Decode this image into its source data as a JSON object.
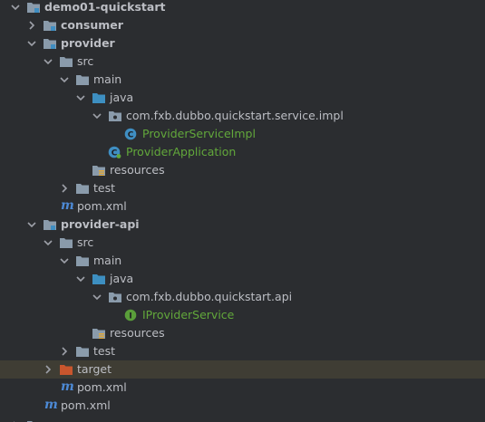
{
  "colors": {
    "background": "#2b2d30",
    "text": "#bcbec4",
    "selection": "#3f3d34",
    "folder": "#4f8fb5",
    "excluded_folder": "#c9562d",
    "class_icon": "#3f8ec2",
    "interface_icon": "#5a9e3a",
    "xml_icon": "#4d8ad6",
    "vcs_added_text": "#62a83b"
  },
  "tree": {
    "rows": [
      {
        "label": "demo01-quickstart",
        "icon": "module-folder-icon",
        "chevron": "down",
        "bold": true
      },
      {
        "label": "consumer",
        "icon": "module-folder-icon",
        "chevron": "right",
        "bold": true
      },
      {
        "label": "provider",
        "icon": "module-folder-icon",
        "chevron": "down",
        "bold": true
      },
      {
        "label": "src",
        "icon": "folder-icon",
        "chevron": "down"
      },
      {
        "label": "main",
        "icon": "folder-icon",
        "chevron": "down"
      },
      {
        "label": "java",
        "icon": "source-folder-icon",
        "chevron": "down"
      },
      {
        "label": "com.fxb.dubbo.quickstart.service.impl",
        "icon": "package-icon",
        "chevron": "down"
      },
      {
        "label": "ProviderServiceImpl",
        "icon": "class-icon",
        "chevron": "none"
      },
      {
        "label": "ProviderApplication",
        "icon": "spring-class-icon",
        "chevron": "none"
      },
      {
        "label": "resources",
        "icon": "resources-folder-icon",
        "chevron": "none"
      },
      {
        "label": "test",
        "icon": "folder-icon",
        "chevron": "right"
      },
      {
        "label": "pom.xml",
        "icon": "maven-icon",
        "chevron": "none"
      },
      {
        "label": "provider-api",
        "icon": "module-folder-icon",
        "chevron": "down",
        "bold": true
      },
      {
        "label": "src",
        "icon": "folder-icon",
        "chevron": "down"
      },
      {
        "label": "main",
        "icon": "folder-icon",
        "chevron": "down"
      },
      {
        "label": "java",
        "icon": "source-folder-icon",
        "chevron": "down"
      },
      {
        "label": "com.fxb.dubbo.quickstart.api",
        "icon": "package-icon",
        "chevron": "down"
      },
      {
        "label": "IProviderService",
        "icon": "interface-icon",
        "chevron": "none"
      },
      {
        "label": "resources",
        "icon": "resources-folder-icon",
        "chevron": "none"
      },
      {
        "label": "test",
        "icon": "folder-icon",
        "chevron": "right"
      },
      {
        "label": "target",
        "icon": "excluded-folder-icon",
        "chevron": "right"
      },
      {
        "label": "pom.xml",
        "icon": "maven-icon",
        "chevron": "none"
      },
      {
        "label": "pom.xml",
        "icon": "maven-icon",
        "chevron": "none"
      }
    ]
  }
}
